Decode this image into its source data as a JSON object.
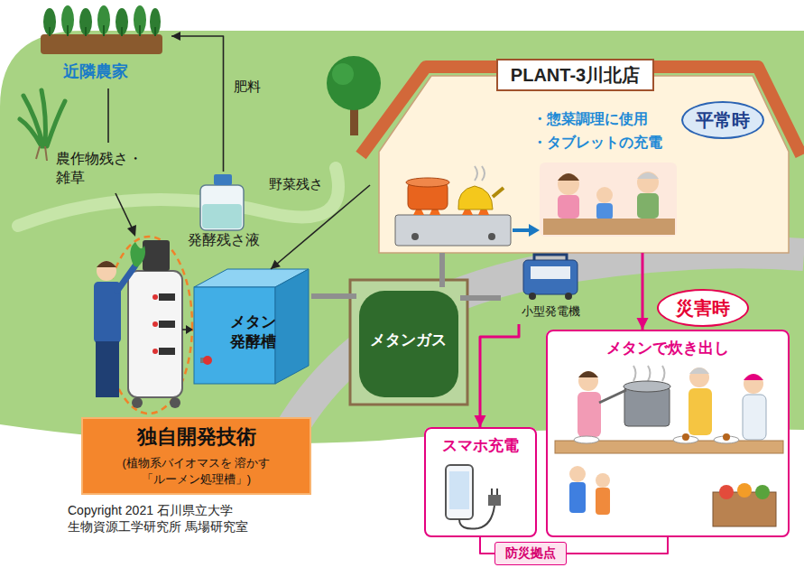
{
  "diagram": {
    "nodes": [
      {
        "text": [
          "近隣農家"
        ]
      },
      {
        "text": [
          "発酵残さ液"
        ]
      },
      {
        "text": [
          "PLANT-3川北店",
          "・惣菜調理に使用",
          "・タブレットの充電"
        ]
      },
      {
        "text": [
          "平常時"
        ],
        "in": 2
      },
      {
        "text": [
          "メタン 発酵槽"
        ]
      },
      {
        "text": [
          "メタンガス"
        ]
      },
      {
        "text": [
          "小型発電機"
        ]
      },
      {
        "text": [
          "災害時"
        ]
      },
      {
        "text": [
          "独自開発技術",
          "(植物系バイオマスを 溶かす「ルーメン処理槽」)"
        ]
      },
      {
        "text": [
          "メタンで炊き出し"
        ]
      },
      {
        "text": [
          "スマホ充電"
        ]
      },
      {
        "text": [
          "防災拠点"
        ]
      }
    ],
    "edges": [
      {
        "from": 1,
        "to": 0,
        "label": "肥料",
        "arrow": "to"
      },
      {
        "from": 2,
        "to": 4,
        "label": "野菜残さ",
        "arrow": "to"
      },
      {
        "from": 4,
        "to": 5,
        "arrow": "none"
      },
      {
        "from": 5,
        "to": 2,
        "arrow": "none"
      },
      {
        "from": 5,
        "to": 6,
        "arrow": "none"
      },
      {
        "from": 2,
        "to": 9,
        "arrow": "to"
      },
      {
        "from": 6,
        "to": 10,
        "arrow": "to"
      },
      {
        "from": 11,
        "to": 10,
        "arrow": "none"
      },
      {
        "from": 11,
        "to": 9,
        "arrow": "none"
      }
    ],
    "labels": [
      "農作物残さ・ 雑草",
      "Copyright 2021 石川県立大学 生物資源工学研究所 馬場研究室"
    ]
  }
}
